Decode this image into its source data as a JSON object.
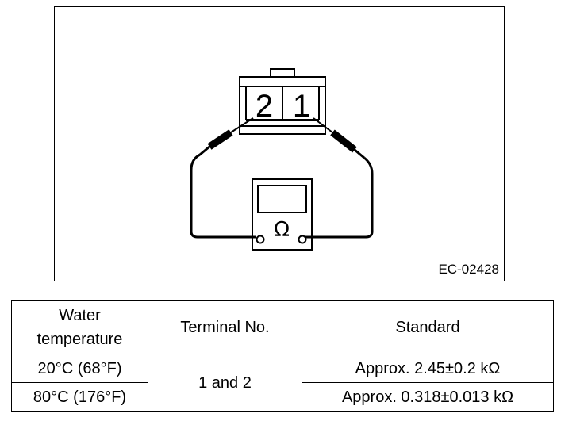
{
  "figure": {
    "terminal_labels": [
      "2",
      "1"
    ],
    "meter_symbol": "Ω",
    "figure_code": "EC-02428"
  },
  "table": {
    "headers": {
      "water_temperature": [
        "Water",
        "temperature"
      ],
      "terminal_no": "Terminal No.",
      "standard": "Standard"
    },
    "rows": [
      {
        "temperature": "20°C (68°F)",
        "standard": "Approx. 2.45±0.2 kΩ"
      },
      {
        "temperature": "80°C (176°F)",
        "standard": "Approx. 0.318±0.013 kΩ"
      }
    ],
    "terminals": "1 and 2"
  }
}
